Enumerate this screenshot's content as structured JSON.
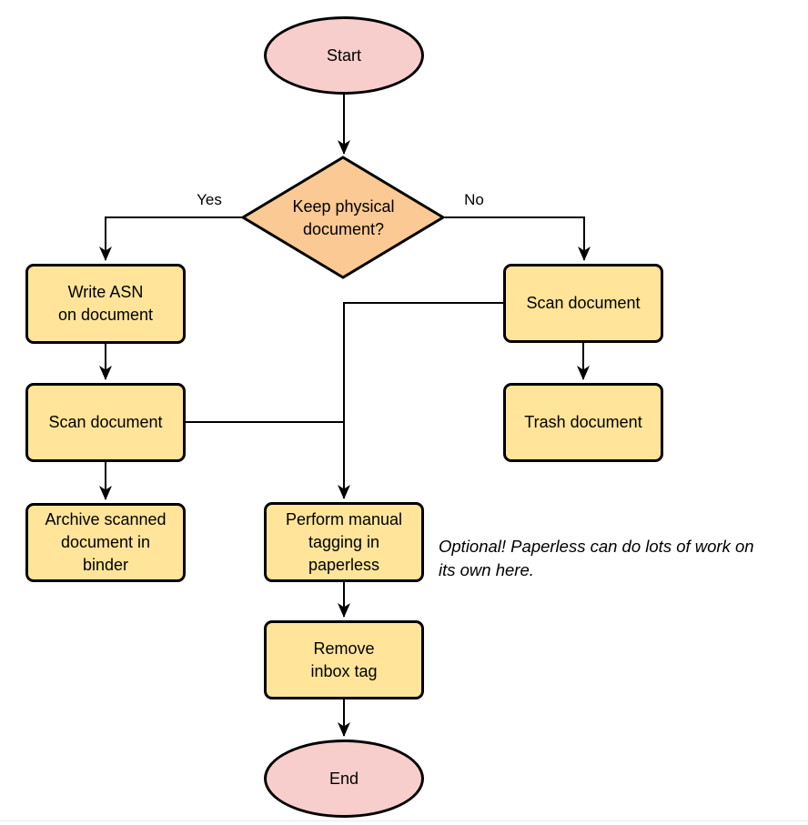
{
  "palette": {
    "terminal_fill": "#F8CECC",
    "decision_fill": "#FBC993",
    "process_fill": "#FFE499",
    "stroke": "#000000",
    "bottom_divider_color": "#e9ebec",
    "background": "#ffffff"
  },
  "nodes": {
    "start": "Start",
    "decision": "Keep physical\ndocument?",
    "write_asn": "Write ASN\non document",
    "scan_left": "Scan document",
    "archive": "Archive scanned\ndocument in\nbinder",
    "scan_right": "Scan document",
    "trash": "Trash document",
    "tagging": "Perform manual\ntagging in\npaperless",
    "remove_inbox": "Remove\ninbox tag",
    "end": "End"
  },
  "edge_labels": {
    "yes": "Yes",
    "no": "No"
  },
  "annotation": "Optional! Paperless can do lots of work on\nits own here."
}
